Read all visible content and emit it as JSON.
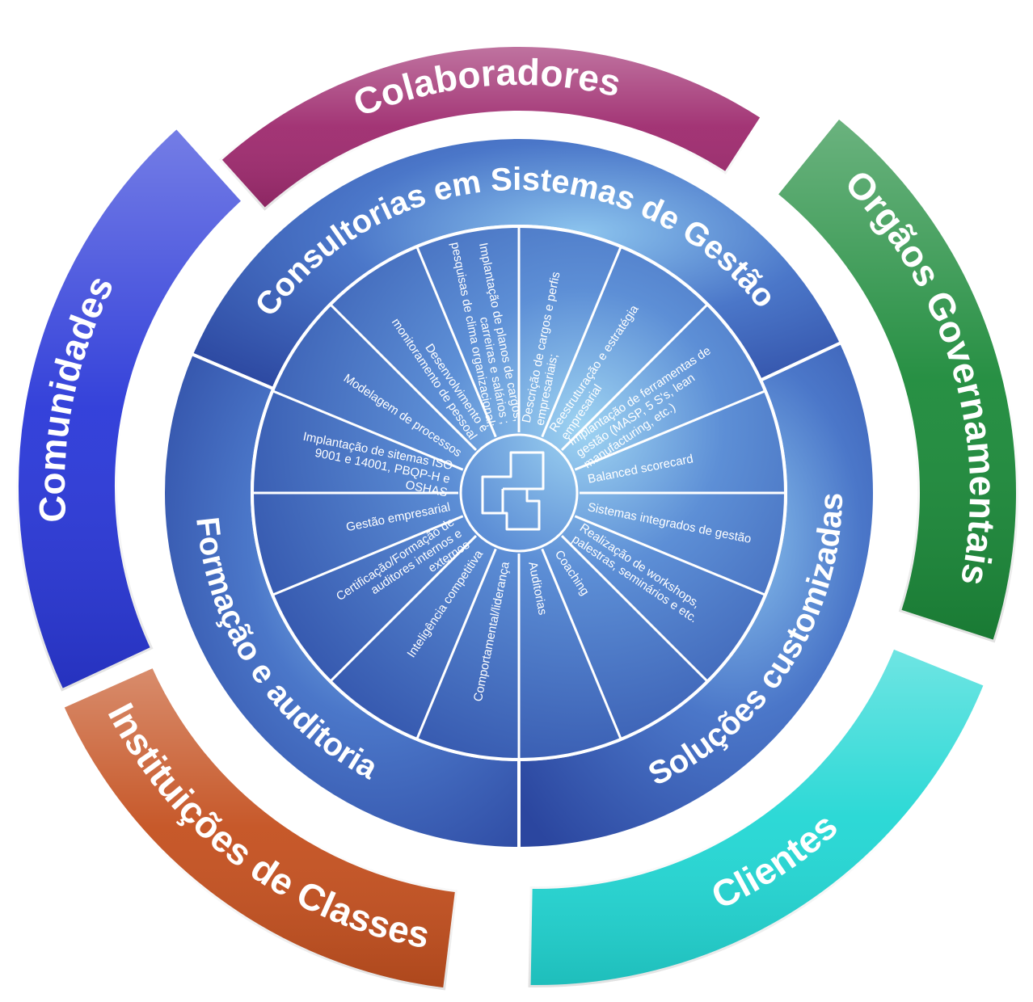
{
  "colors": {
    "colaboradores": "#9e2a6e",
    "orgaos": "#1c8a3a",
    "clientes": "#22d7d4",
    "instituicoes": "#c4501f",
    "comunidades": "#2a38d8",
    "inner_ring": "#3f6cc2",
    "disc": "#3a65b8"
  },
  "outer_ring": [
    {
      "label": "Colaboradores",
      "color": "#9e2a6e"
    },
    {
      "label": "Orgãos Governamentais",
      "color": "#1c8a3a"
    },
    {
      "label": "Clientes",
      "color": "#22d7d4"
    },
    {
      "label": "Instituições de Classes",
      "color": "#c4501f"
    },
    {
      "label": "Comunidades",
      "color": "#2a38d8"
    }
  ],
  "inner_ring": [
    {
      "label": "Consultorias em Sistemas de Gestão"
    },
    {
      "label": "Soluções customizadas"
    },
    {
      "label": "Formação e auditoria"
    }
  ],
  "items": [
    {
      "lines": [
        "Descrição de cargos e perfis",
        "empresariais;"
      ]
    },
    {
      "lines": [
        "Reestruturação e estratégia",
        "empresarial"
      ]
    },
    {
      "lines": [
        "Implantação de ferramentas de",
        "gestão (MASP, 5 S's, lean",
        "manufacturing, etc.)"
      ]
    },
    {
      "lines": [
        "Balanced scorecard"
      ]
    },
    {
      "lines": [
        "Sistemas integrados de gestão"
      ]
    },
    {
      "lines": [
        "Realização de workshops,",
        "palestras, seminários e etc."
      ]
    },
    {
      "lines": [
        "Coaching"
      ]
    },
    {
      "lines": [
        "Auditorias"
      ]
    },
    {
      "lines": [
        "Comportamental/liderança"
      ]
    },
    {
      "lines": [
        "Inteligência competitiva"
      ]
    },
    {
      "lines": [
        "Certificação/Formação de",
        "auditores internos e",
        "externos"
      ]
    },
    {
      "lines": [
        "Gestão empresarial"
      ]
    },
    {
      "lines": [
        "Implantação de sitemas ISO",
        "9001 e 14001, PBQP-H e",
        "OSHAS"
      ]
    },
    {
      "lines": [
        "Modelagem de processos"
      ]
    },
    {
      "lines": [
        "Desenvolvimento e",
        "monitoramento de pessoal"
      ]
    },
    {
      "lines": [
        "Implantação de planos de cargos,",
        "carreiras e salários ;",
        "pesquisas de clima organizacional;"
      ]
    }
  ],
  "center": {
    "icon": "logo-icon"
  }
}
